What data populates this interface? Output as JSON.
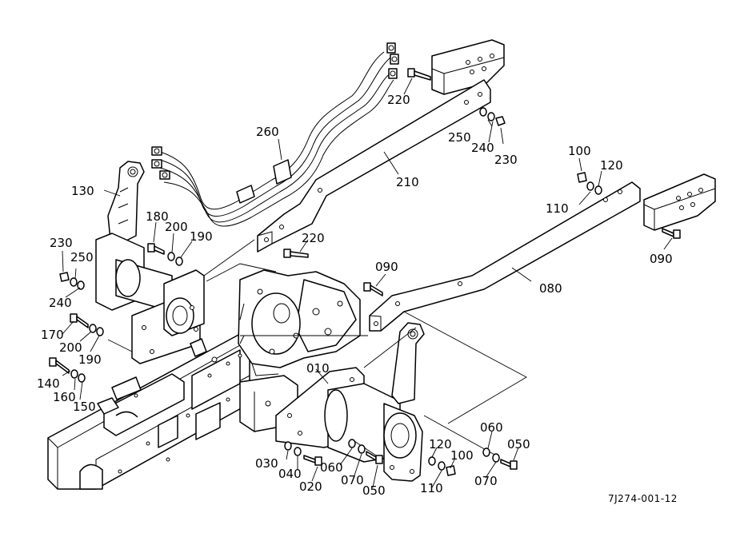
{
  "reference_code": "7J274-001-12",
  "callouts": {
    "p010": "010",
    "p020": "020",
    "p030": "030",
    "p040": "040",
    "p050_a": "050",
    "p050_b": "050",
    "p060_a": "060",
    "p060_b": "060",
    "p070_a": "070",
    "p070_b": "070",
    "p080": "080",
    "p090_a": "090",
    "p090_b": "090",
    "p100_a": "100",
    "p100_b": "100",
    "p110_a": "110",
    "p110_b": "110",
    "p120_a": "120",
    "p120_b": "120",
    "p130": "130",
    "p140": "140",
    "p150": "150",
    "p160": "160",
    "p170": "170",
    "p180": "180",
    "p190_a": "190",
    "p190_b": "190",
    "p200_a": "200",
    "p200_b": "200",
    "p210": "210",
    "p220_a": "220",
    "p220_b": "220",
    "p230_a": "230",
    "p230_b": "230",
    "p240_a": "240",
    "p240_b": "240",
    "p250_a": "250",
    "p250_b": "250",
    "p260": "260"
  }
}
